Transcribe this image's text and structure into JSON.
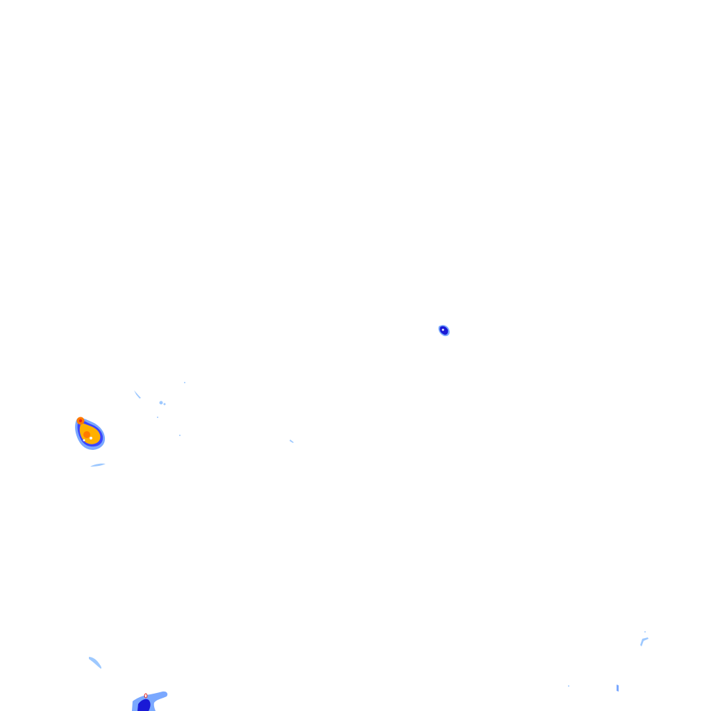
{
  "layer": {
    "kind": "radar-precipitation-overlay",
    "background": "transparent"
  },
  "intensity_colors": {
    "very_light": "#9ec9ff",
    "light": "#7aa8ff",
    "moderate": "#3b45ff",
    "heavy": "#1a1ad6",
    "very_heavy": "#ffb000",
    "intense": "#ff7a00",
    "core": "#e8251b"
  },
  "echoes": [
    {
      "name": "west-storm-cell",
      "max_intensity": "intense"
    },
    {
      "name": "central-storm-cell",
      "max_intensity": "heavy"
    },
    {
      "name": "south-west-storm-cell",
      "max_intensity": "heavy"
    },
    {
      "name": "scattered-light-echoes",
      "max_intensity": "light"
    }
  ]
}
